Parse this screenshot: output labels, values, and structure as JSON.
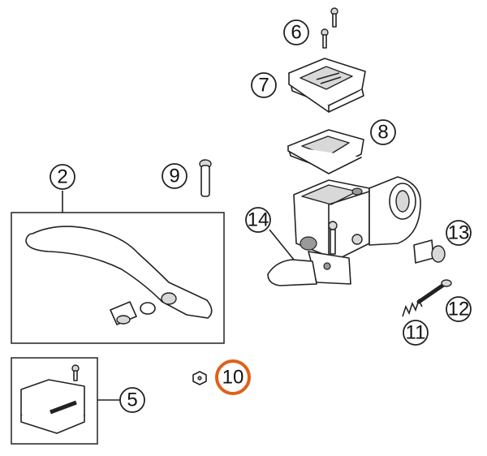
{
  "callouts": {
    "c2": "2",
    "c5": "5",
    "c6": "6",
    "c7": "7",
    "c8": "8",
    "c9": "9",
    "c10": "10",
    "c11": "11",
    "c12": "12",
    "c13": "13",
    "c14": "14"
  },
  "highlight": {
    "part": "10",
    "color": "#e0601a"
  }
}
